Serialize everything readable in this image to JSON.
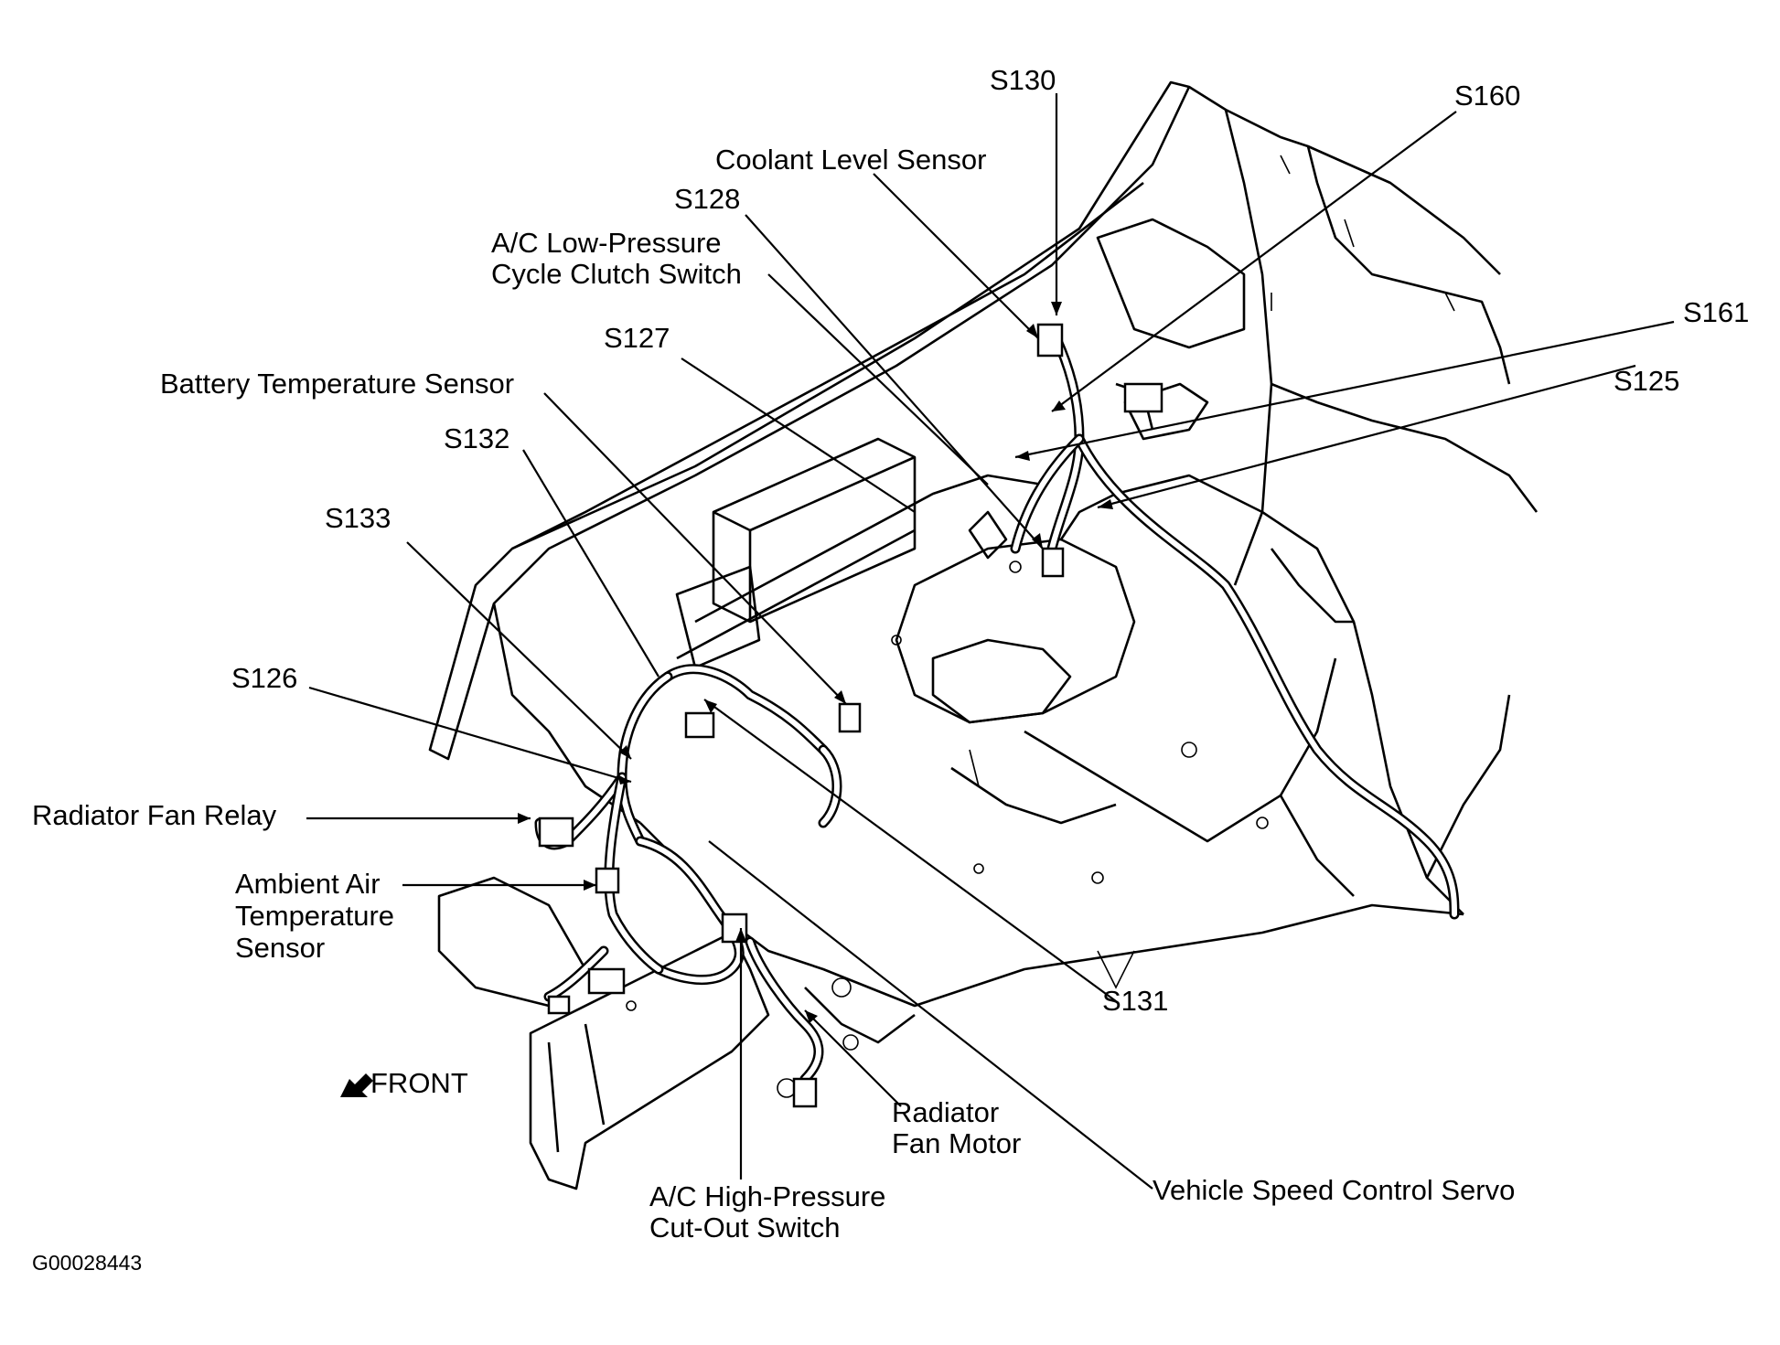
{
  "labels": {
    "s130": "S130",
    "s160": "S160",
    "coolant_level_sensor": "Coolant Level Sensor",
    "s128": "S128",
    "ac_low_pressure_line1": "A/C Low-Pressure",
    "ac_low_pressure_line2": "Cycle Clutch Switch",
    "s161": "S161",
    "s127": "S127",
    "s125": "S125",
    "battery_temperature_sensor": "Battery Temperature Sensor",
    "s132": "S132",
    "s133": "S133",
    "s126": "S126",
    "radiator_fan_relay": "Radiator Fan Relay",
    "ambient_air_line1": "Ambient Air",
    "ambient_air_line2": "Temperature",
    "ambient_air_line3": "Sensor",
    "s131": "S131",
    "front": "FRONT",
    "radiator_fan_motor_line1": "Radiator",
    "radiator_fan_motor_line2": "Fan Motor",
    "vehicle_speed_control_servo": "Vehicle Speed Control Servo",
    "ac_high_pressure_line1": "A/C High-Pressure",
    "ac_high_pressure_line2": "Cut-Out Switch",
    "figure_id": "G00028443"
  },
  "icons": {
    "front_arrow": "arrow-pointing-front-icon"
  }
}
